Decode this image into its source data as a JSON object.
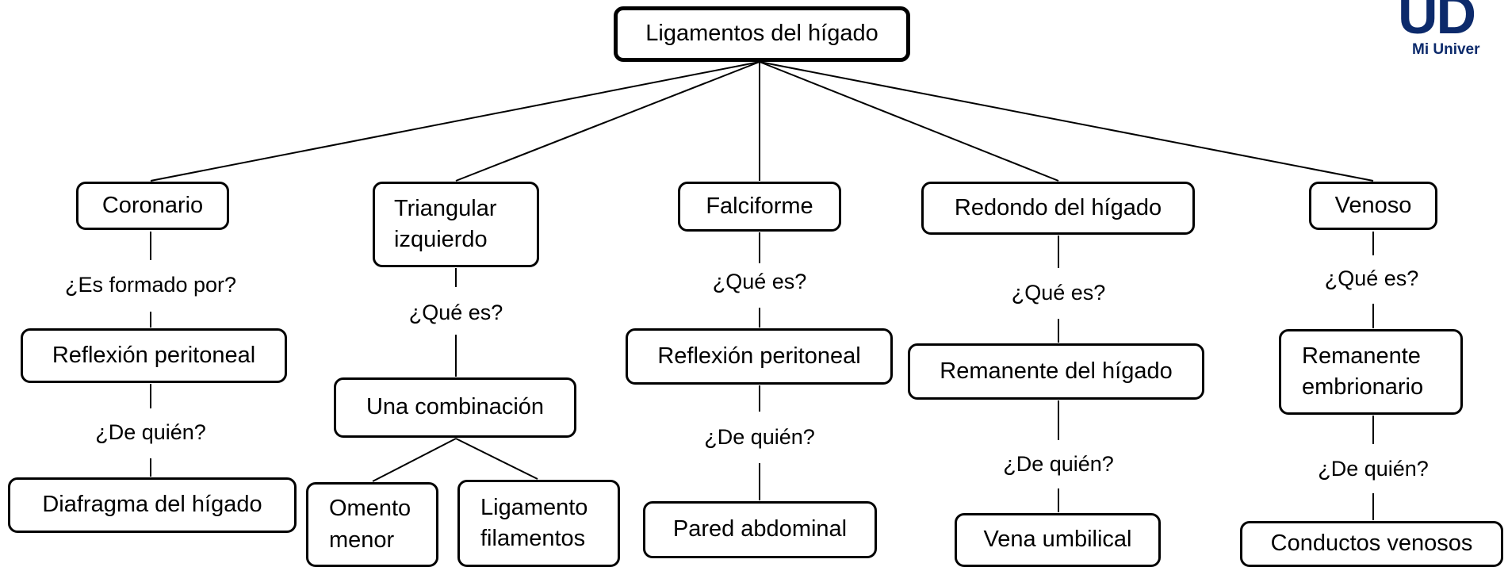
{
  "root": "Ligamentos del hígado",
  "branches": [
    {
      "title": "Coronario",
      "q1": "¿Es formado por?",
      "a1": "Reflexión peritoneal",
      "q2": "¿De quién?",
      "a2": "Diafragma del hígado"
    },
    {
      "title_lines": [
        "Triangular",
        "izquierdo"
      ],
      "q1": "¿Qué es?",
      "a1": "Una combinación",
      "children": [
        {
          "lines": [
            "Omento",
            "menor"
          ]
        },
        {
          "lines": [
            "Ligamento",
            "filamentos"
          ]
        }
      ]
    },
    {
      "title": "Falciforme",
      "q1": "¿Qué es?",
      "a1": "Reflexión peritoneal",
      "q2": "¿De quién?",
      "a2": "Pared abdominal"
    },
    {
      "title": "Redondo del hígado",
      "q1": "¿Qué es?",
      "a1": "Remanente del hígado",
      "q2": "¿De quién?",
      "a2": "Vena umbilical"
    },
    {
      "title": "Venoso",
      "q1": "¿Qué es?",
      "a1_lines": [
        "Remanente",
        "embrionario"
      ],
      "q2": "¿De quién?",
      "a2": "Conductos venosos"
    }
  ],
  "logo": {
    "text": "UD",
    "subtitle": "Mi Univer"
  }
}
